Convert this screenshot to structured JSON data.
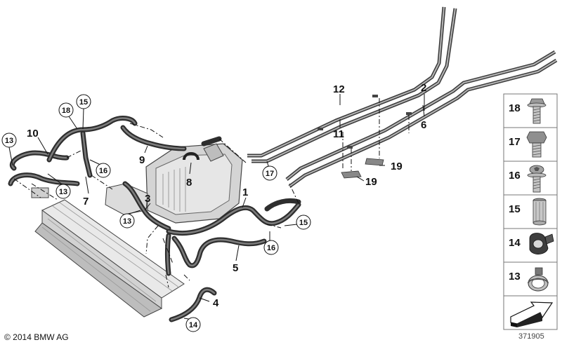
{
  "callouts": {
    "c1": "1",
    "c2": "2",
    "c3": "3",
    "c4": "4",
    "c5": "5",
    "c6": "6",
    "c7": "7",
    "c8": "8",
    "c9": "9",
    "c10": "10",
    "c11": "11",
    "c12": "12",
    "c13a": "13",
    "c13b": "13",
    "c13c": "13",
    "c14": "14",
    "c15a": "15",
    "c15b": "15",
    "c16a": "16",
    "c16b": "16",
    "c17": "17",
    "c18": "18",
    "c19a": "19",
    "c19b": "19"
  },
  "legend": {
    "items": [
      {
        "num": "18",
        "icon": "flange-bolt-icon"
      },
      {
        "num": "17",
        "icon": "hex-bolt-icon"
      },
      {
        "num": "16",
        "icon": "torx-bolt-icon"
      },
      {
        "num": "15",
        "icon": "expanding-rivet-nut-icon"
      },
      {
        "num": "14",
        "icon": "hose-holder-clip-icon"
      },
      {
        "num": "13",
        "icon": "hose-clamp-icon"
      }
    ],
    "arrow_icon": "direction-arrow-icon"
  },
  "footer": {
    "copyright": "© 2014 BMW AG",
    "image_number": "371905"
  }
}
